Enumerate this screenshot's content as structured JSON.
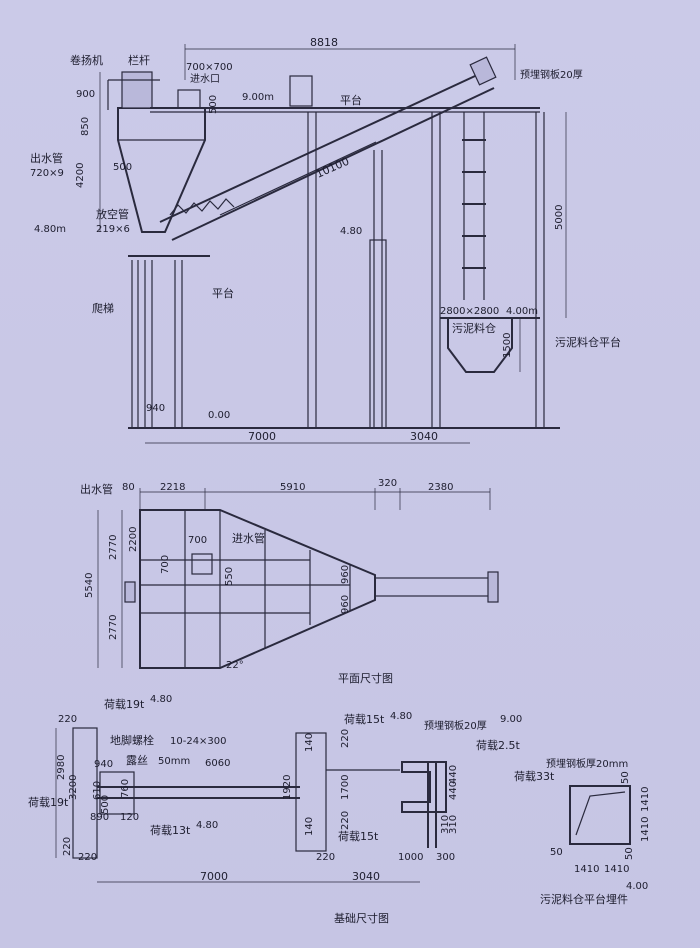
{
  "elevation": {
    "total_length": "8818",
    "inlet_size": "700×700",
    "inlet_label": "进水口",
    "hoist_label": "卷扬机",
    "railing_label": "栏杆",
    "platform_label": "平台",
    "platform_level": "9.00m",
    "embedded_plate": "预埋钢板20厚",
    "outlet_label": "出水管",
    "outlet_size": "720×9",
    "drain_label": "放空管",
    "drain_size": "219×6",
    "ladder_label": "爬梯",
    "lower_platform_label": "平台",
    "level_left": "4.80m",
    "level_mid": "4.80",
    "level_ground": "0.00",
    "level_bin": "4.00m",
    "bin_size": "2800×2800",
    "bin_label": "污泥料仓",
    "bin_platform_label": "污泥料仓平台",
    "screw_length": "10100",
    "dim_900": "900",
    "dim_850": "850",
    "dim_500_v": "500",
    "dim_4200": "4200",
    "dim_500_h": "500",
    "dim_940": "940",
    "dim_7000": "7000",
    "dim_3040": "3040",
    "dim_5000": "5000",
    "dim_1500": "1500"
  },
  "plan": {
    "title": "平面尺寸图",
    "outlet_label": "出水管",
    "inlet_label": "进水管",
    "dims_top": [
      "80",
      "2218",
      "5910",
      "320",
      "2380"
    ],
    "dim_5540": "5540",
    "dim_2770_top": "2770",
    "dim_2770_bottom": "2770",
    "dim_2200": "2200",
    "dim_700_h": "700",
    "dim_700_v": "700",
    "dim_550": "550",
    "dim_960_a": "960",
    "dim_960_b": "960",
    "angle": "22°"
  },
  "foundation": {
    "title": "基础尺寸图",
    "load_19t_top": "荷载19t",
    "level_480_a": "4.80",
    "anchor_bolt": "地脚螺栓",
    "bolt_spec": "10-24×300",
    "exposed_label": "露丝",
    "exposed_len": "50mm",
    "load_19t_bottom": "荷载19t",
    "load_13t": "荷载13t",
    "level_480_b": "4.80",
    "load_15t_top": "荷载15t",
    "level_480_c": "4.80",
    "load_15t_bottom": "荷载15t",
    "embed_plate": "预埋钢板20厚",
    "level_900": "9.00",
    "load_25t": "荷载2.5t",
    "embed_plate_mm": "预埋钢板厚20mm",
    "load_33t": "荷载33t",
    "bin_embed_label": "污泥料仓平台埋件",
    "level_400": "4.00",
    "dims_left": [
      "220",
      "2980",
      "3200",
      "610",
      "500",
      "760",
      "120",
      "890",
      "220",
      "220"
    ],
    "dim_940": "940",
    "dim_6060": "6060",
    "dims_mid": [
      "140",
      "220",
      "1920",
      "1700",
      "140",
      "220",
      "220"
    ],
    "dims_right": [
      "440",
      "440",
      "310",
      "310",
      "1000",
      "300"
    ],
    "dims_box": [
      "50",
      "1410",
      "1410",
      "50",
      "1410",
      "1410",
      "50"
    ],
    "dim_7000": "7000",
    "dim_3040": "3040"
  }
}
